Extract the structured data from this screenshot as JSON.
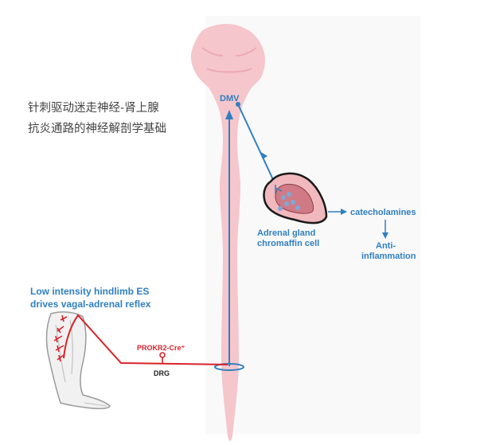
{
  "caption": {
    "line1": "针刺驱动迷走神经-肾上腺",
    "line2": "抗炎通路的神经解剖学基础"
  },
  "labels": {
    "dmv": "DMV",
    "adrenal_line1": "Adrenal gland",
    "adrenal_line2": "chromaffin cell",
    "catecholamines": "catecholamines",
    "anti_line1": "Anti-",
    "anti_line2": "inflammation",
    "es_line1": "Low intensity hindlimb ES",
    "es_line2": "drives vagal-adrenal reflex",
    "prokr2": "PROKR2-Cre⁺",
    "drg": "DRG"
  },
  "colors": {
    "spinal_cord": "#f5c6cc",
    "nerve_blue": "#2f7fc1",
    "nerve_red": "#d8232a",
    "text_gray": "#444444",
    "panel_bg": "#f9f9f9"
  }
}
